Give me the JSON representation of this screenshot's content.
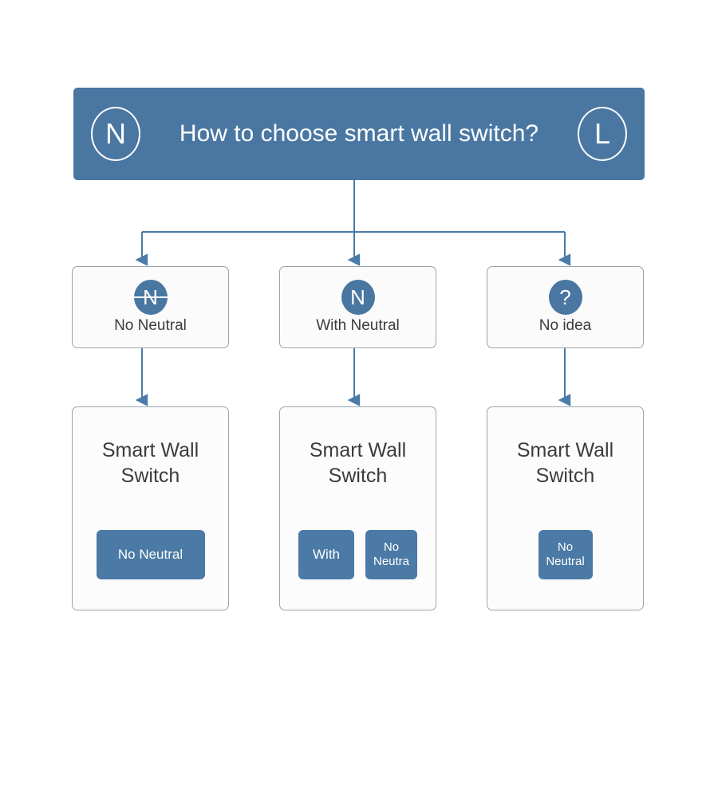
{
  "header": {
    "left_badge": "N",
    "left_badge_icon": "neutral-wire-ring-icon",
    "right_badge": "L",
    "right_badge_icon": "live-wire-ring-icon",
    "title": "How to choose smart wall switch?",
    "background_color": "#4a77a2",
    "text_color": "#ffffff"
  },
  "choices": [
    {
      "badge_text": "N",
      "badge_icon": "no-neutral-badge-icon",
      "struck_through": true,
      "label": "No Neutral"
    },
    {
      "badge_text": "N",
      "badge_icon": "with-neutral-badge-icon",
      "struck_through": false,
      "label": "With Neutral"
    },
    {
      "badge_text": "?",
      "badge_icon": "question-mark-badge-icon",
      "struck_through": false,
      "label": "No idea"
    }
  ],
  "products": [
    {
      "title": "Smart Wall Switch",
      "buttons": [
        {
          "label": "No Neutral",
          "shape": "wide"
        }
      ]
    },
    {
      "title": "Smart Wall Switch",
      "buttons": [
        {
          "label": "With",
          "shape": "square"
        },
        {
          "label": "No Neutra",
          "shape": "square"
        }
      ]
    },
    {
      "title": "Smart Wall Switch",
      "buttons": [
        {
          "label": "No Neutral",
          "shape": "square-lg"
        }
      ]
    }
  ],
  "colors": {
    "accent_blue": "#4a77a2",
    "button_blue": "#4a7aa5",
    "connector_blue": "#4b7ba8",
    "card_border": "#9aa6ae",
    "card_fill": "#fcfcfc",
    "text_dark": "#3c3c3c",
    "page_background": "#ffffff"
  }
}
